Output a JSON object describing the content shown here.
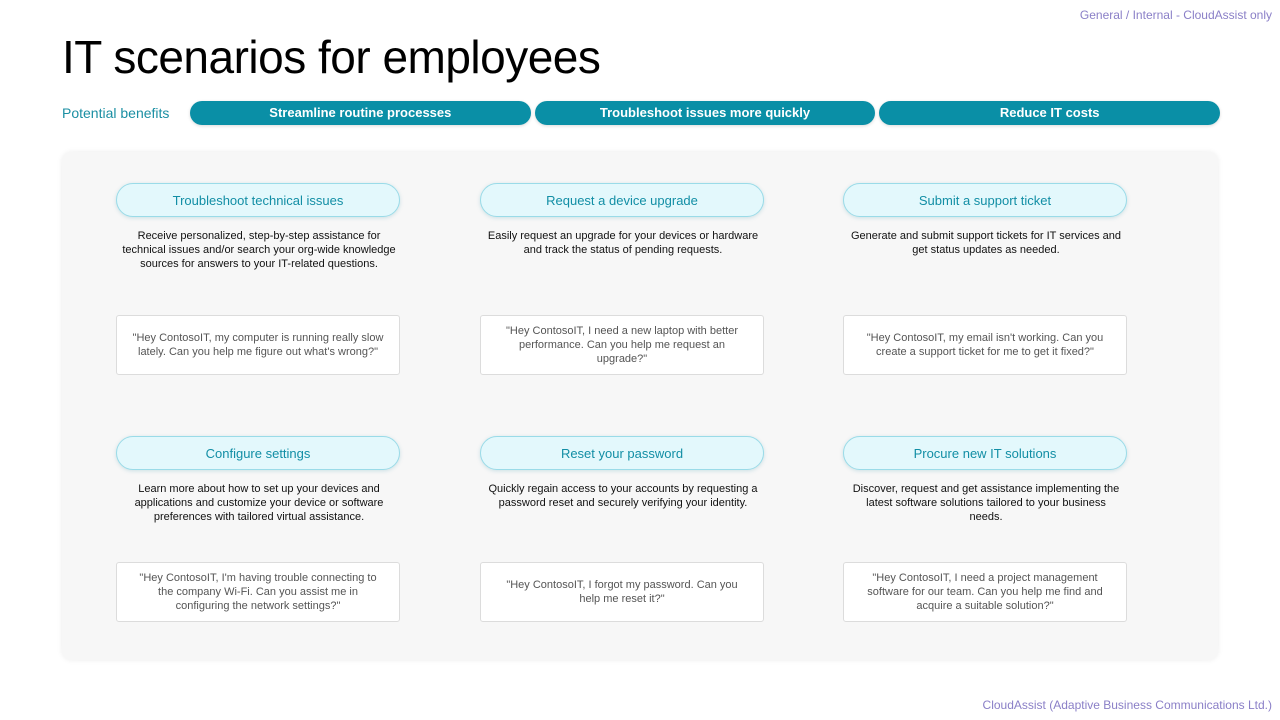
{
  "classification": "General / Internal - CloudAssist only",
  "title": "IT scenarios for employees",
  "benefits": {
    "label": "Potential benefits",
    "items": [
      "Streamline routine processes",
      "Troubleshoot issues more quickly",
      "Reduce IT costs"
    ]
  },
  "scenarios": [
    {
      "title": "Troubleshoot technical issues",
      "description": "Receive personalized, step-by-step assistance for technical issues and/or search your org-wide knowledge sources for answers to your IT-related questions.",
      "quote": "\"Hey ContosoIT, my computer is running really slow lately. Can you help me figure out what's wrong?\""
    },
    {
      "title": "Request a device upgrade",
      "description": "Easily request an upgrade for your devices or hardware and track the status of pending requests.",
      "quote": "\"Hey ContosoIT, I need a new laptop with better performance. Can you help me request an upgrade?\""
    },
    {
      "title": "Submit a support ticket",
      "description": "Generate and submit support tickets for IT services and get status updates as needed.",
      "quote": "\"Hey ContosoIT, my email isn't working. Can you create a support ticket for me to get it fixed?\""
    },
    {
      "title": "Configure settings",
      "description": "Learn more about how to set up your devices and applications and customize your device or software preferences with tailored virtual assistance.",
      "quote": "\"Hey ContosoIT, I'm having trouble connecting to the company Wi-Fi. Can you assist me in configuring the network settings?\""
    },
    {
      "title": "Reset your password",
      "description": "Quickly regain access to your accounts by requesting a password reset and securely verifying your identity.",
      "quote": "\"Hey ContosoIT, I forgot my password. Can you help me reset it?\""
    },
    {
      "title": "Procure new IT solutions",
      "description": "Discover, request and get assistance implementing the latest software solutions tailored to your business needs.",
      "quote": "\"Hey ContosoIT, I need a project management software for our team. Can you help me find and acquire a suitable solution?\""
    }
  ],
  "footer": "CloudAssist (Adaptive Business Communications Ltd.)",
  "colors": {
    "accent": "#0a8fa6",
    "pill_bg": "#e3f8fc",
    "pill_text": "#128ea5",
    "label_muted": "#8a7fc7"
  }
}
